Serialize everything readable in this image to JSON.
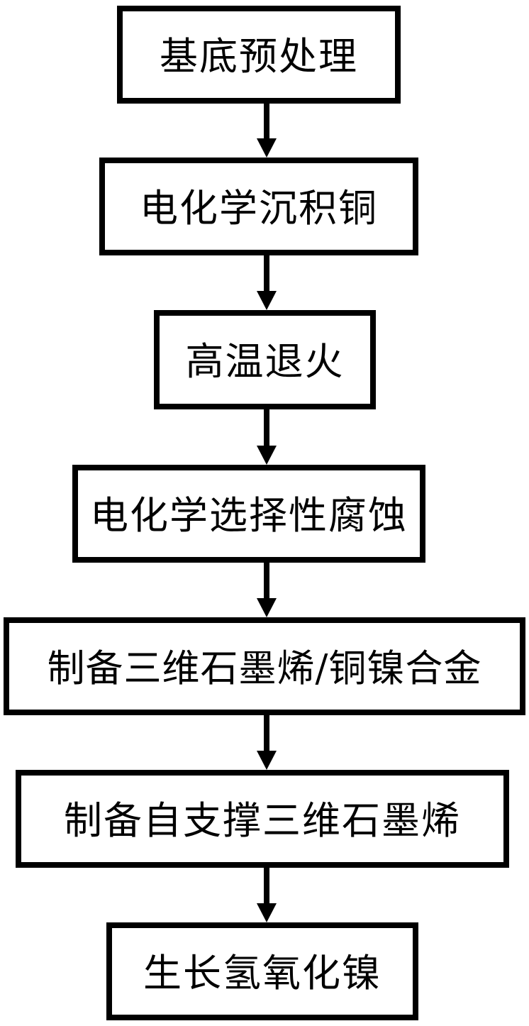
{
  "diagram": {
    "type": "flowchart",
    "direction": "top-down",
    "colors": {
      "border": "#000000",
      "background": "#ffffff",
      "text": "#000000",
      "arrow": "#000000"
    },
    "steps": [
      {
        "label": "基底预处理"
      },
      {
        "label": "电化学沉积铜"
      },
      {
        "label": "高温退火"
      },
      {
        "label": "电化学选择性腐蚀"
      },
      {
        "label": "制备三维石墨烯/铜镍合金"
      },
      {
        "label": "制备自支撑三维石墨烯"
      },
      {
        "label": "生长氢氧化镍"
      }
    ]
  }
}
